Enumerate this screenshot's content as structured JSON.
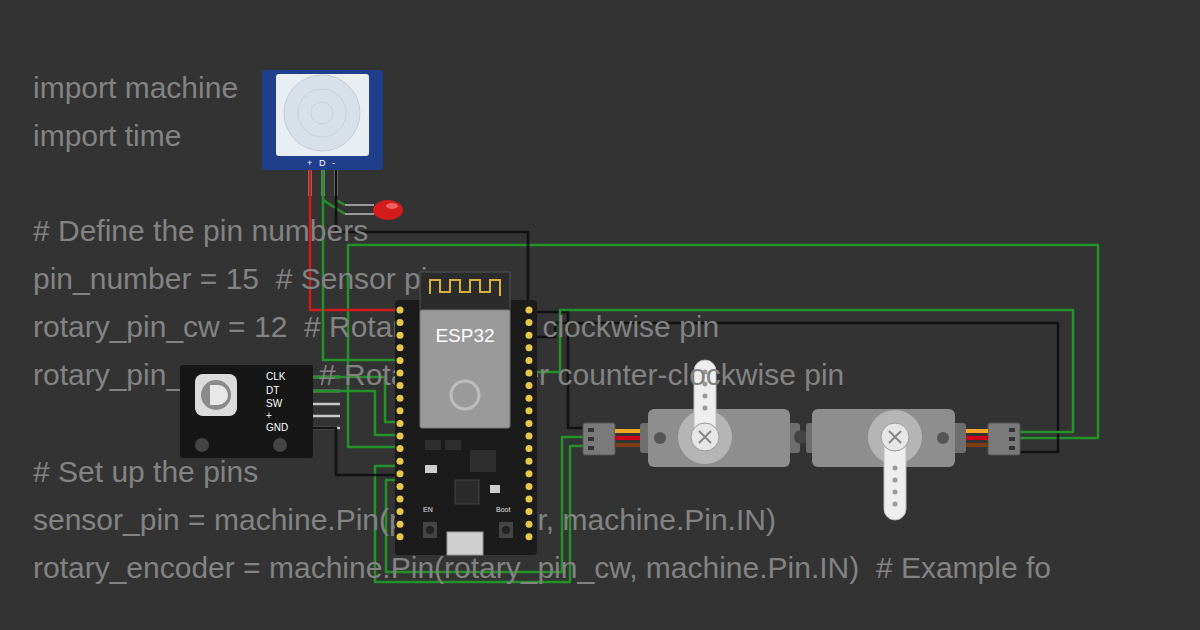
{
  "diagram": {
    "nodes": [
      {
        "text": [
          "+",
          "D",
          "-"
        ]
      },
      {
        "text": [
          "ESP32"
        ]
      },
      {
        "text": [
          "CLK",
          "DT",
          "SW",
          "+",
          "GND"
        ]
      }
    ],
    "edges": [
      {
        "from": 0,
        "to": 1,
        "arrow": "none"
      },
      {
        "from": 0,
        "to": 1,
        "arrow": "none"
      },
      {
        "from": 0,
        "to": 1,
        "arrow": "none"
      },
      {
        "from": 2,
        "to": 1,
        "arrow": "none"
      },
      {
        "from": 2,
        "to": 1,
        "arrow": "none"
      },
      {
        "from": 2,
        "to": 1,
        "arrow": "none"
      }
    ],
    "labels": [
      "import machine",
      "import time",
      "# Define the pin numbers",
      "pin_number = 15  # Sensor pin",
      "rotary_pin_cw = 12  # Rotary encoder clockwise pin",
      "rotary_pin_ccw = 13  # Rotary encoder counter-clockwise pin",
      "# Set up the pins",
      "sensor_pin = machine.Pin(pin_number, machine.Pin.IN)",
      "rotary_encoder = machine.Pin(rotary_pin_cw, machine.Pin.IN)  # Example fo",
      "EN",
      "Boot"
    ]
  }
}
